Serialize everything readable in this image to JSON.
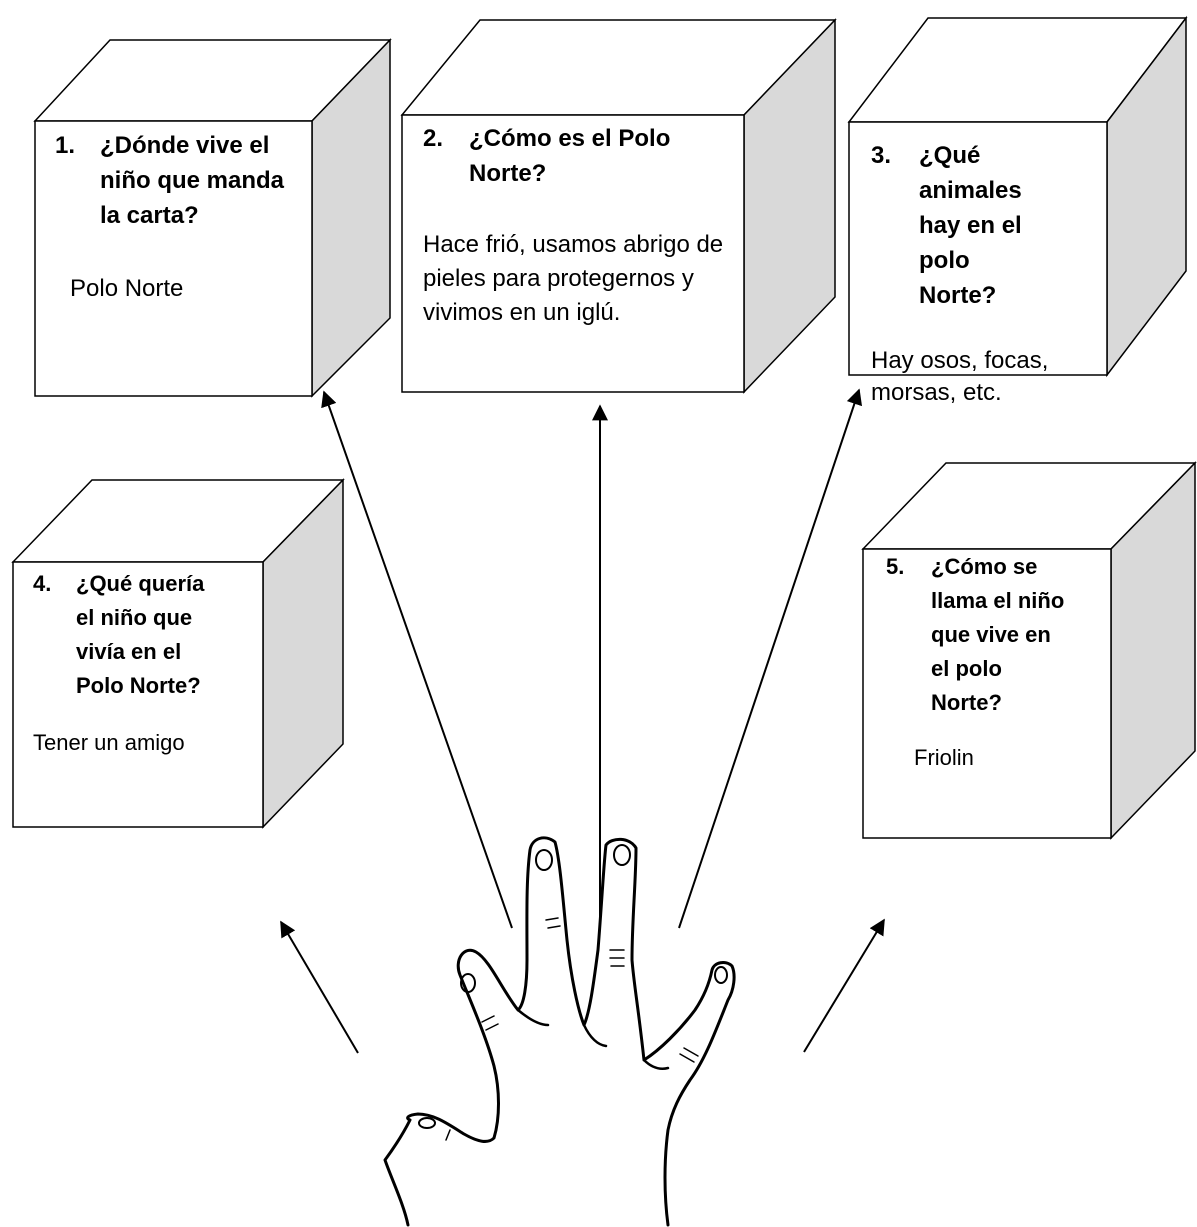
{
  "boxes": [
    {
      "number": "1.",
      "question": "¿Dónde vive el niño que manda la carta?",
      "answer": "Polo Norte"
    },
    {
      "number": "2.",
      "question": "¿Cómo es el Polo Norte?",
      "answer": "Hace frió, usamos abrigo  de pieles para protegernos y  vivimos en un iglú."
    },
    {
      "number": "3.",
      "question": "¿Qué animales hay en el polo Norte?",
      "answer": "Hay osos, focas, morsas, etc."
    },
    {
      "number": "4.",
      "question": "¿Qué quería el niño que vivía en el Polo Norte?",
      "answer": "Tener  un amigo"
    },
    {
      "number": "5.",
      "question": "¿Cómo se llama el niño que vive en el polo Norte?",
      "answer": "Friolin"
    }
  ],
  "colors": {
    "cube_side": "#d9d9d9",
    "stroke": "#000000"
  },
  "icons": [
    "open-hand-icon"
  ]
}
